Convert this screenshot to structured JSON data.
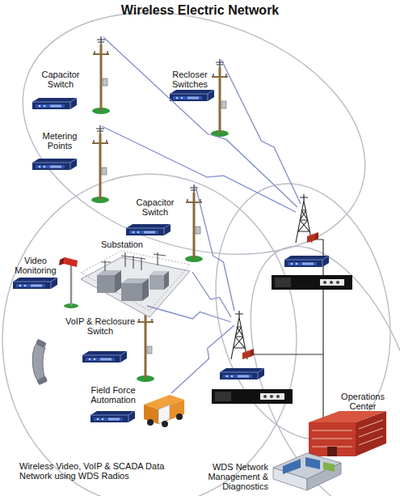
{
  "diagram": {
    "title": "Wireless Electric Network",
    "nodes": [
      {
        "text": [
          "Capacitor Switch"
        ]
      },
      {
        "text": [
          "Recloser Switches"
        ]
      },
      {
        "text": [
          "Metering Points"
        ]
      },
      {
        "text": [
          "Capacitor Switch"
        ]
      },
      {
        "text": [
          "Video Monitoring"
        ]
      },
      {
        "text": [
          "Substation"
        ]
      },
      {
        "text": [
          "VoIP & Reclosure Switch"
        ]
      },
      {
        "text": [
          "Field Force Automation"
        ]
      },
      {
        "text": [
          "Operations Center"
        ]
      },
      {
        "text": [
          "WDS Network Management & Diagnostics"
        ]
      }
    ],
    "labels": [
      "Wireless Video, VoIP & SCADA Data Network using WDS Radios"
    ]
  }
}
